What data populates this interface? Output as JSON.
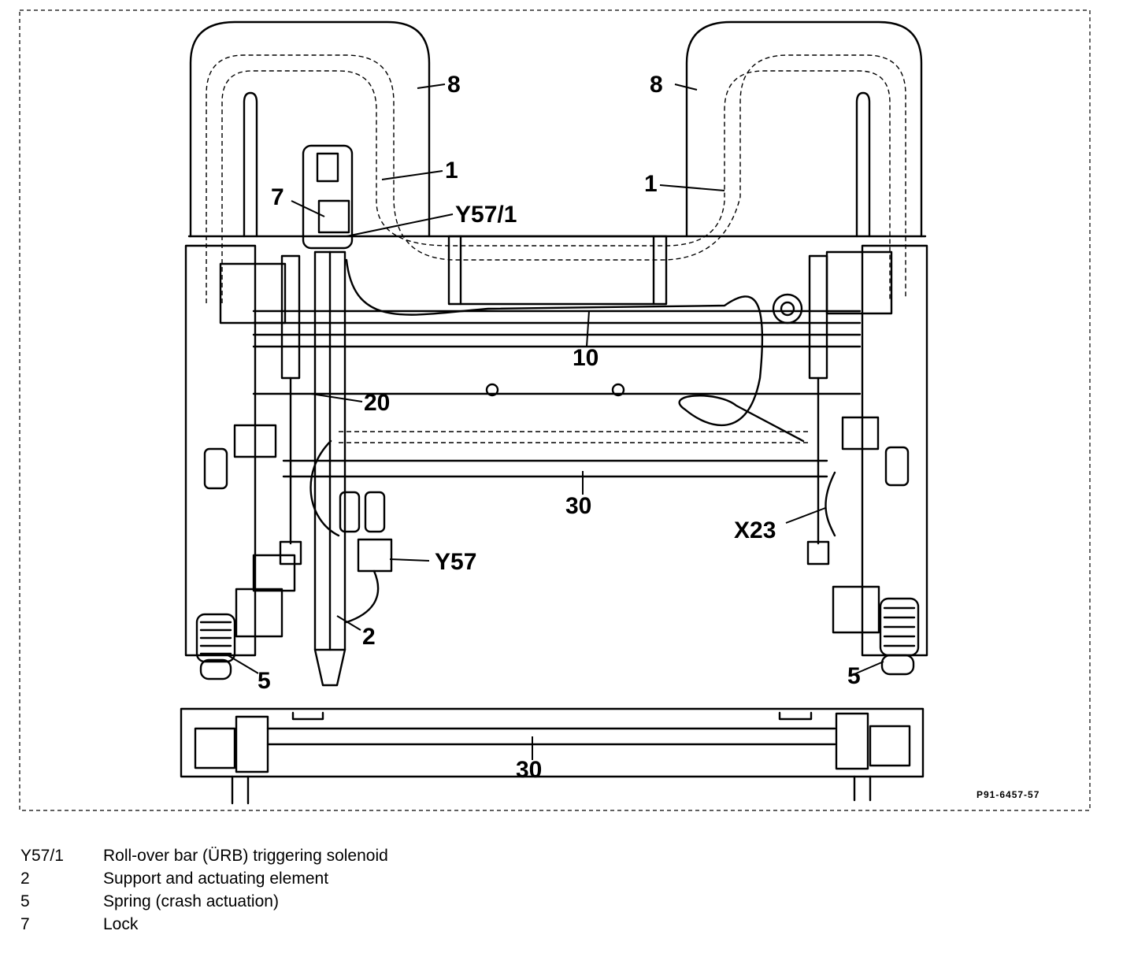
{
  "figure": {
    "reference": "P91-6457-57",
    "callouts": {
      "c8_left": "8",
      "c8_right": "8",
      "c1_left": "1",
      "c1_right": "1",
      "c7": "7",
      "cY57_1": "Y57/1",
      "c10": "10",
      "c20": "20",
      "c30_top": "30",
      "cX23": "X23",
      "cY57": "Y57",
      "c2": "2",
      "c5_left": "5",
      "c5_right": "5",
      "c30_bottom": "30"
    }
  },
  "legend": [
    {
      "code": "Y57/1",
      "description": "Roll-over bar (ÜRB) triggering solenoid"
    },
    {
      "code": "2",
      "description": "Support and actuating element"
    },
    {
      "code": "5",
      "description": "Spring (crash actuation)"
    },
    {
      "code": "7",
      "description": "Lock"
    }
  ]
}
